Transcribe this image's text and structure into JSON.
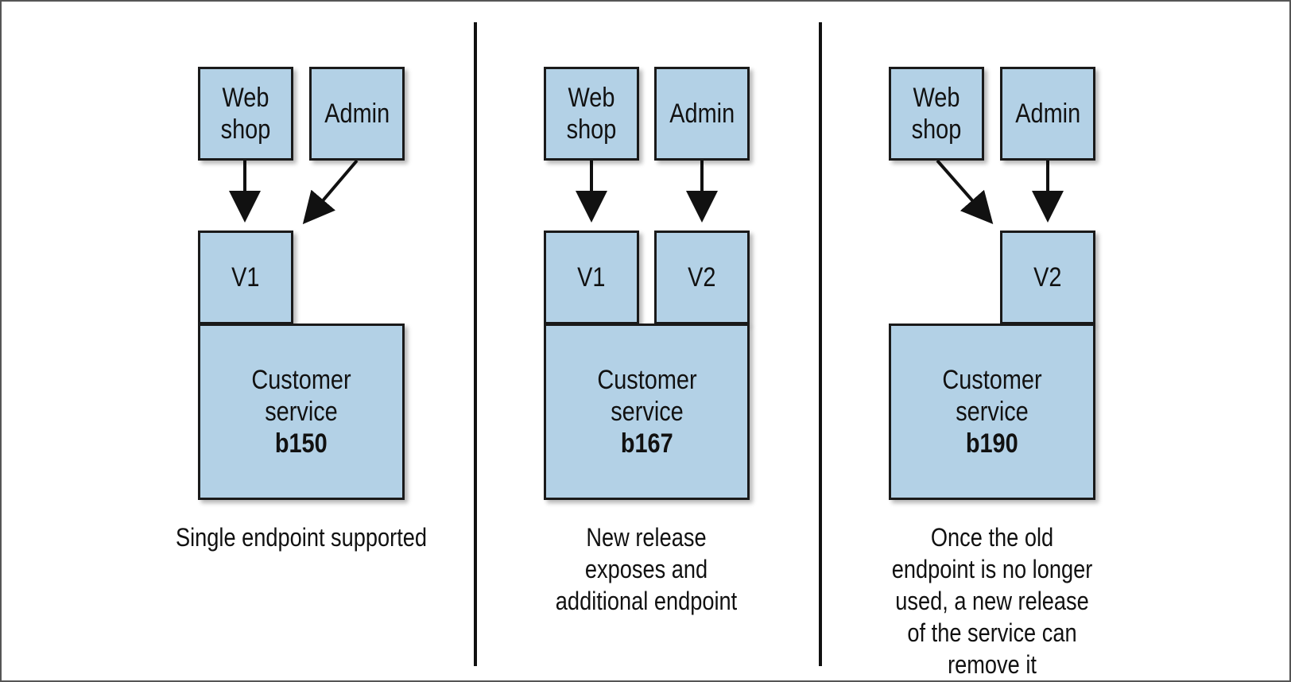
{
  "panels": [
    {
      "web_shop": "Web shop",
      "admin": "Admin",
      "endpoints": [
        "V1"
      ],
      "service_label": "Customer service",
      "build": "b150",
      "caption": "Single endpoint supported"
    },
    {
      "web_shop": "Web shop",
      "admin": "Admin",
      "endpoints": [
        "V1",
        "V2"
      ],
      "service_label": "Customer service",
      "build": "b167",
      "caption": "New release exposes and additional endpoint"
    },
    {
      "web_shop": "Web shop",
      "admin": "Admin",
      "endpoints": [
        "V2"
      ],
      "service_label": "Customer service",
      "build": "b190",
      "caption": "Once the old endpoint is no longer used, a new release of the service can remove it"
    }
  ],
  "colors": {
    "box_fill": "#b3d1e6",
    "stroke": "#111111"
  }
}
